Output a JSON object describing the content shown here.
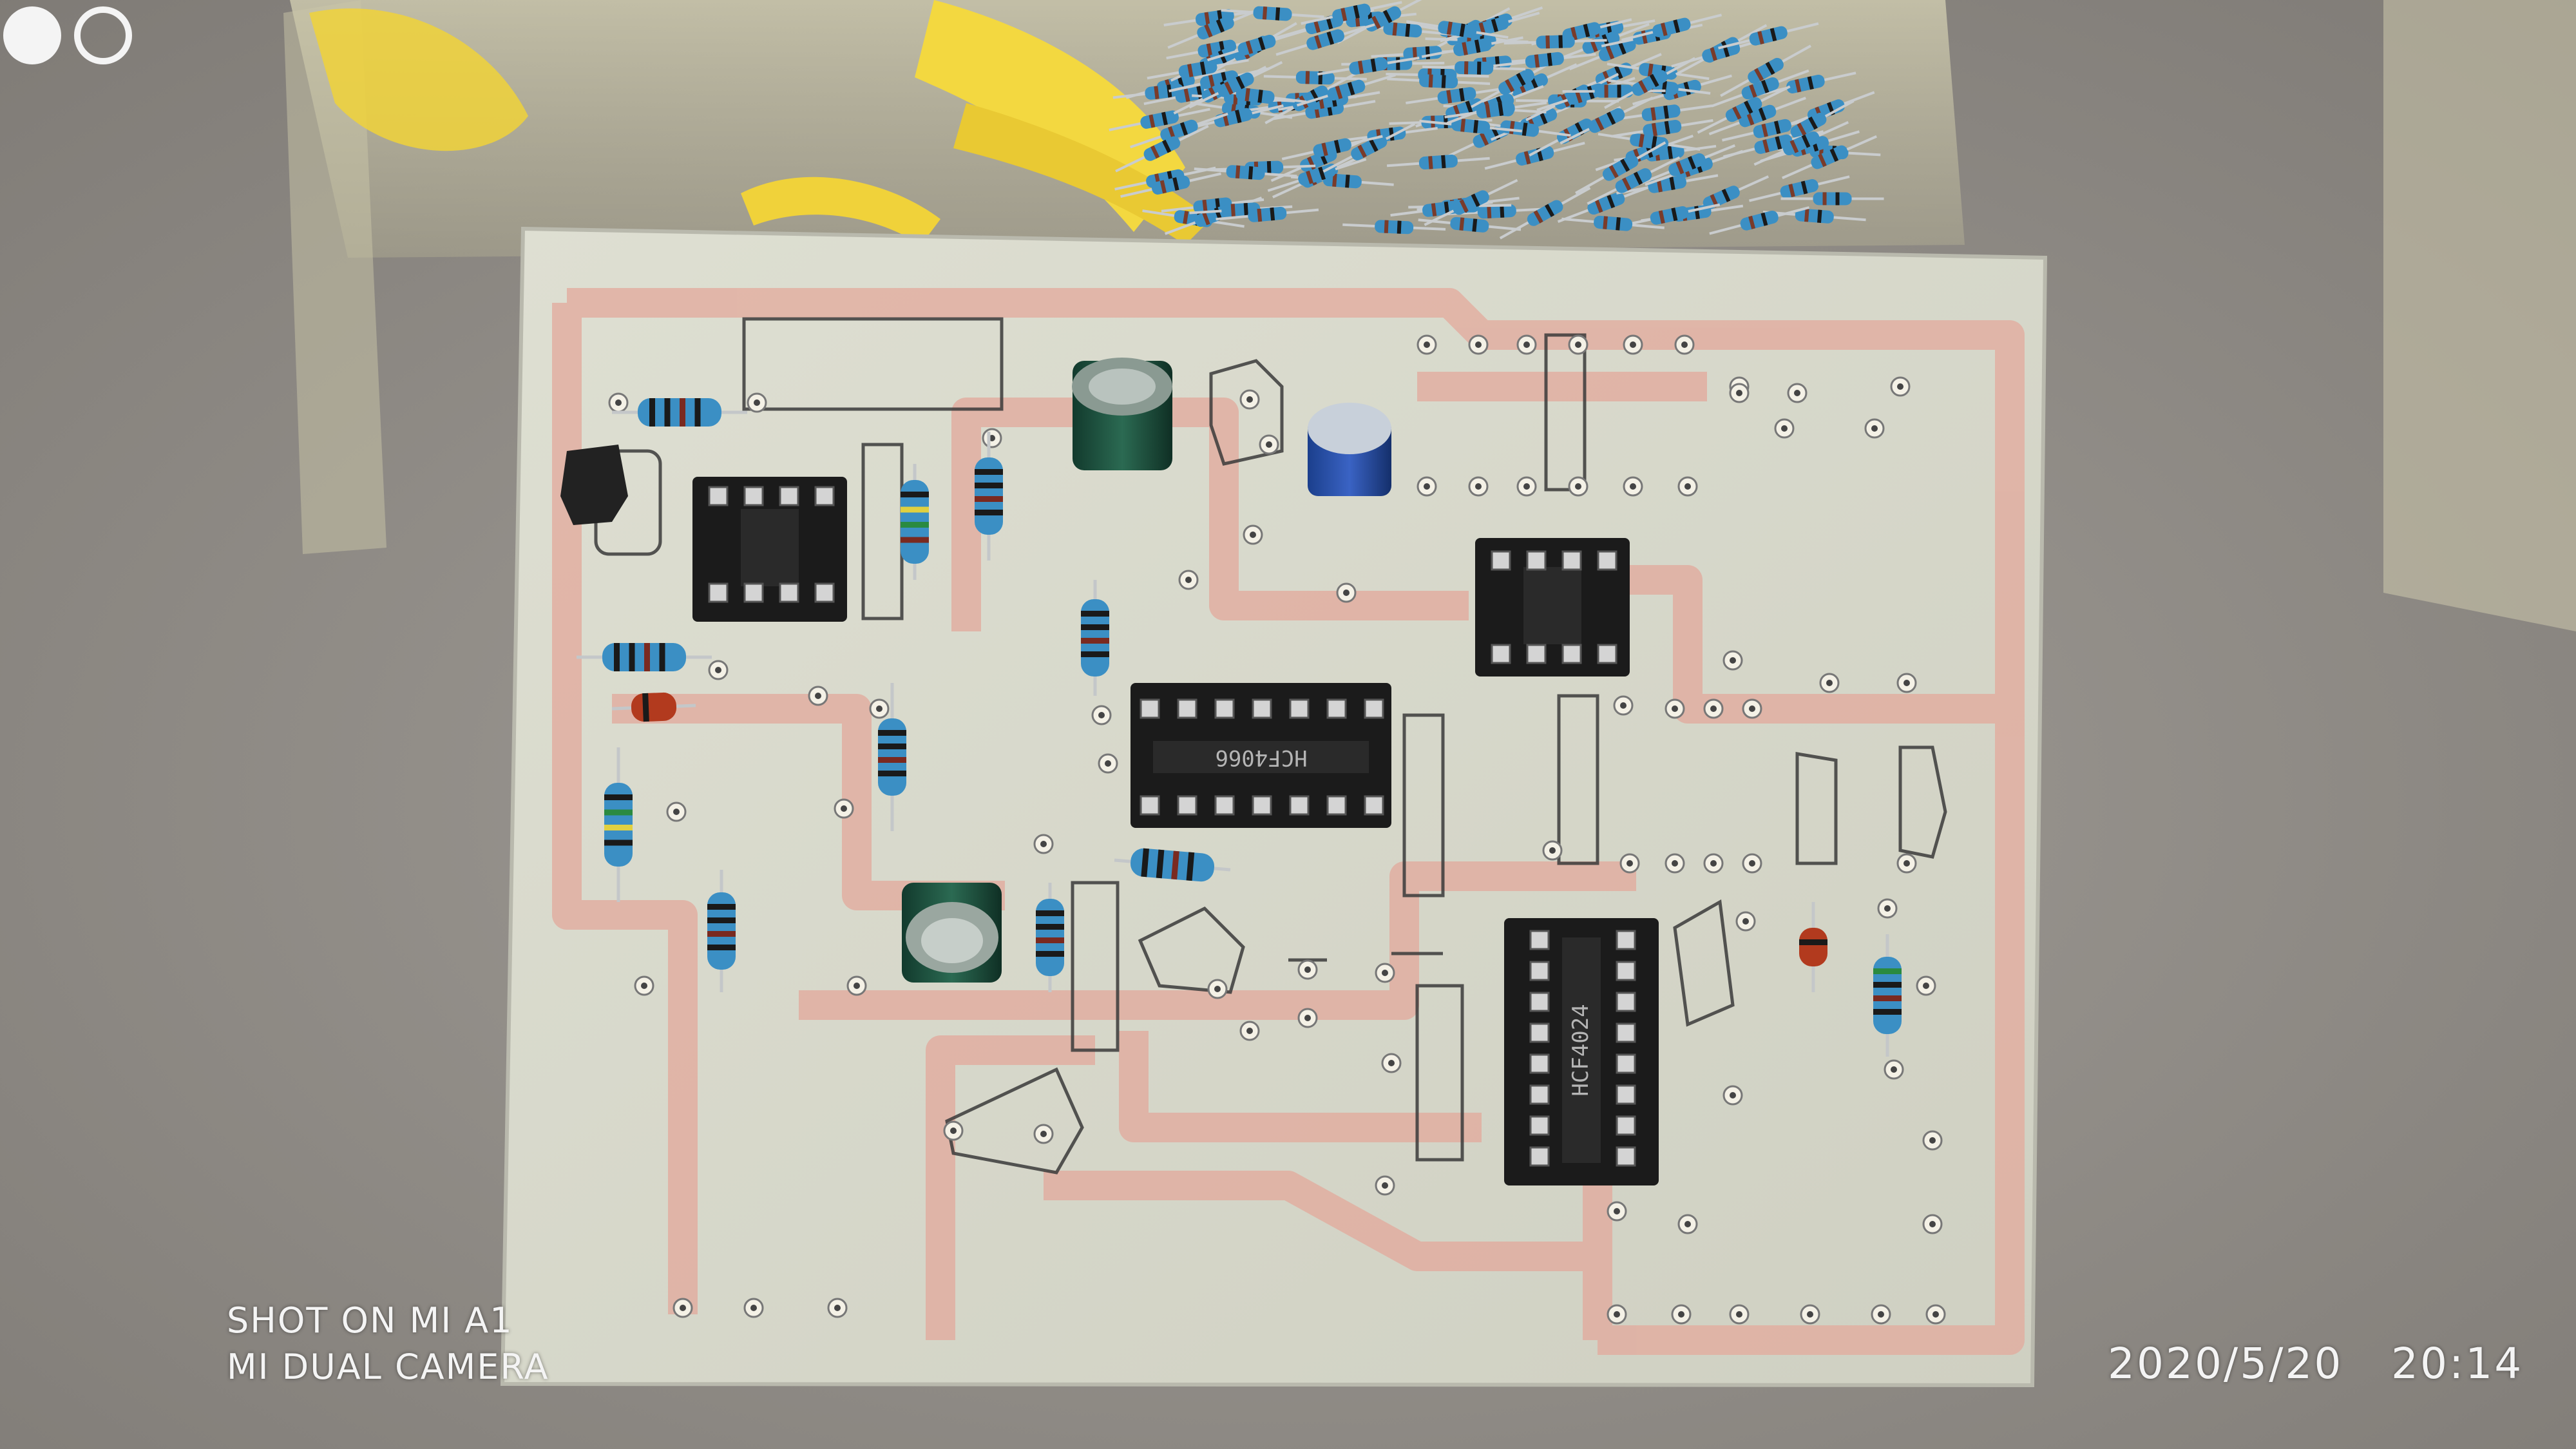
{
  "watermark": {
    "line1": "SHOT ON MI A1",
    "line2": "MI DUAL CAMERA",
    "date": "2020/5/20",
    "time": "20:14"
  },
  "chips": {
    "ic1": "HCF4066",
    "ic2": "HCF4024"
  },
  "colors": {
    "carpet": "#8f8b86",
    "board": "#d9d9cc",
    "trace": "#e3a99c",
    "resistor_body": "#3b8fc4",
    "socket": "#1c1c1c",
    "capacitor": "#1f4f3f"
  }
}
